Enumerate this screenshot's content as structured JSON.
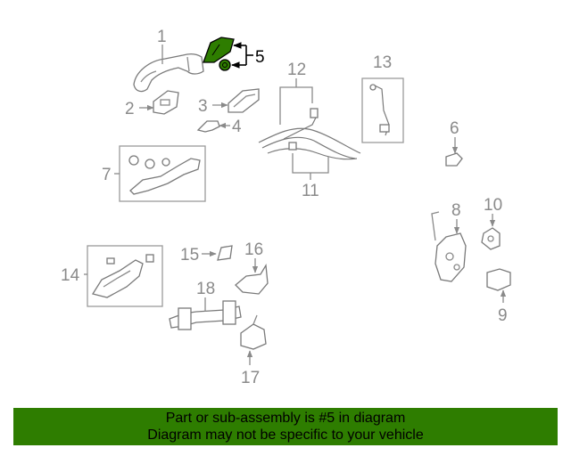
{
  "diagram": {
    "callouts": [
      "1",
      "2",
      "3",
      "4",
      "5",
      "6",
      "7",
      "8",
      "9",
      "10",
      "11",
      "12",
      "13",
      "14",
      "15",
      "16",
      "17",
      "18"
    ],
    "highlighted_callout": "5"
  },
  "banner": {
    "line1": "Part or sub-assembly is #5 in diagram",
    "line2": "Diagram may not be specific to your vehicle",
    "background_color": "#2e7d00",
    "highlight_part_color": "#2e7d00"
  }
}
